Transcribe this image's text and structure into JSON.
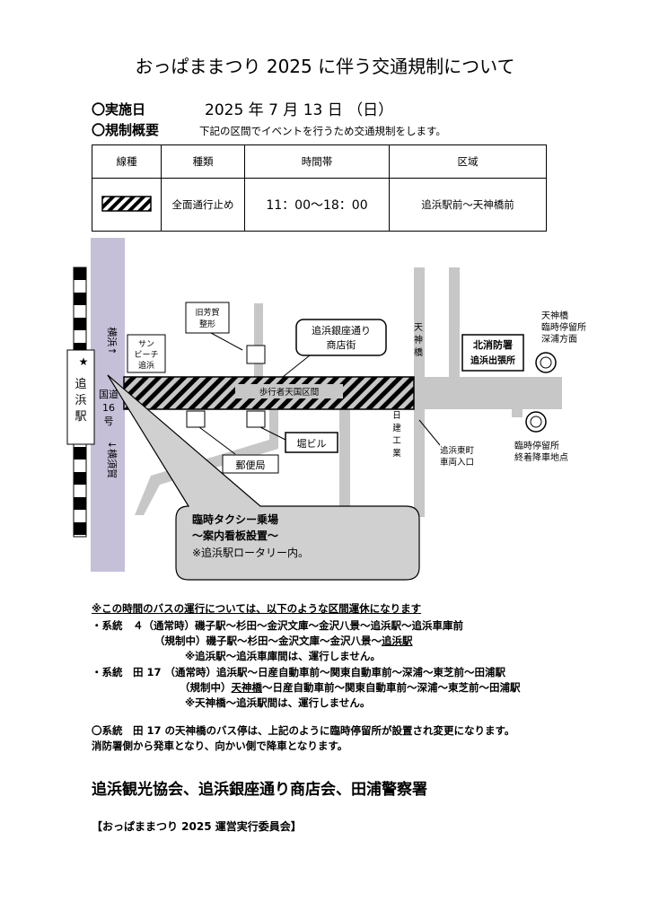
{
  "title": "おっぱままつり 2025 に伴う交通規制について",
  "date_label": "〇実施日",
  "date_value": "2025 年 7 月 13 日 （日）",
  "overview_label": "〇規制概要",
  "overview_text": "下記の区間でイベントを行うため交通規制をします。",
  "table": {
    "headers": [
      "線種",
      "種類",
      "時間帯",
      "区域"
    ],
    "row": {
      "type": "全面通行止め",
      "time": "11：00〜18：00",
      "area": "追浜駅前〜天神橋前"
    }
  },
  "map": {
    "station_top": "追",
    "station_mid": "浜",
    "station_bot": "駅",
    "route_up": "横浜↑",
    "route_num1": "国道",
    "route_num2": "16",
    "route_num3": "号",
    "route_down": "↓横須賀",
    "sunbeach1": "サン",
    "sunbeach2": "ビーチ",
    "sunbeach3": "追浜",
    "kyu1": "旧芳賀",
    "kyu2": "整形",
    "ginza1": "追浜銀座通り",
    "ginza2": "商店街",
    "pedestrian": "歩行者天国区間",
    "tenjin_road": "天神橋",
    "fire1": "北消防署",
    "fire2": "追浜出張所",
    "stop1_a": "天神橋",
    "stop1_b": "臨時停留所",
    "stop1_c": "深浦方面",
    "nikken": "日建工業",
    "east_entry1": "追浜東町",
    "east_entry2": "車両入口",
    "stop2_a": "臨時停留所",
    "stop2_b": "終着降車地点",
    "hori": "堀ビル",
    "post": "郵便局",
    "taxi1": "臨時タクシー乗場",
    "taxi2": "〜案内看板設置〜",
    "taxi3": "※追浜駅ロータリー内。"
  },
  "bus": {
    "intro": "※この時間のバスの運行については、以下のような区間運休になります",
    "line1_a": "・系統　４（通常時）磯子駅〜杉田〜金沢文庫〜金沢八景〜追浜駅〜追浜車庫前",
    "line1_b_pre": "（規制中）磯子駅〜杉田〜金沢文庫〜金沢八景〜",
    "line1_b_u": "追浜駅",
    "line1_c": "※追浜駅〜追浜車庫間は、運行しません。",
    "line2_a": "・系統　田 17 （通常時）追浜駅〜日産自動車前〜関東自動車前〜深浦〜東芝前〜田浦駅",
    "line2_b_pre": "（規制中）",
    "line2_b_u": "天神橋",
    "line2_b_post": "〜日産自動車前〜関東自動車前〜深浦〜東芝前〜田浦駅",
    "line2_c": "※天神橋〜追浜駅間は、運行しません。",
    "change1": "〇系統　田 17 の天神橋のバス停は、上記のように臨時停留所が設置され変更になります。",
    "change2": "消防署側から発車となり、向かい側で降車となります。"
  },
  "organizers": "追浜観光協会、追浜銀座通り商店会、田浦警察署",
  "committee": "【おっぱままつり 2025 運営実行委員会】"
}
